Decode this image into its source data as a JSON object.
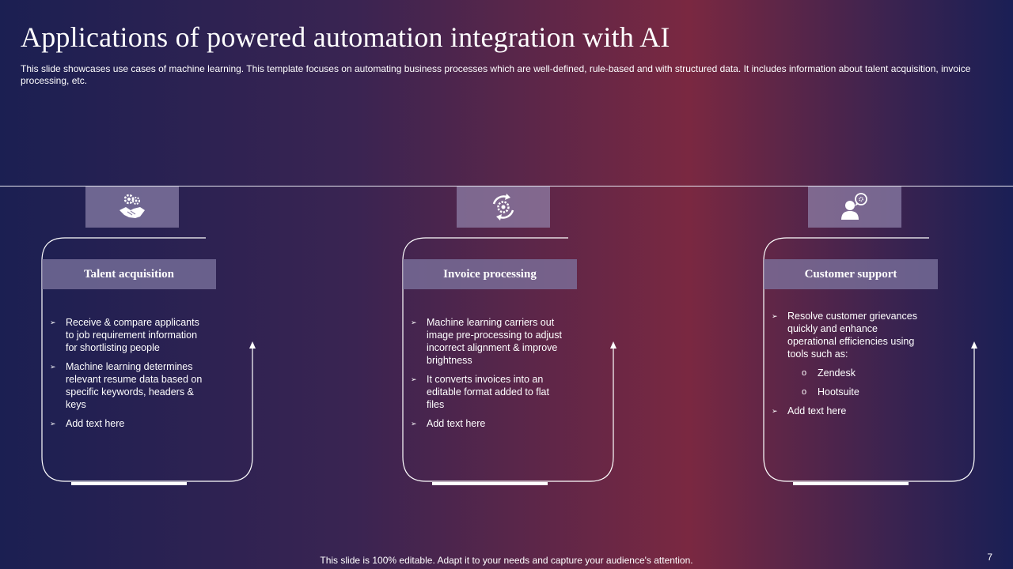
{
  "title": "Applications of powered automation integration with AI",
  "subtitle": "This slide showcases use cases of machine learning. This template focuses on automating business processes which are well-defined, rule-based and with structured data. It includes information about talent acquisition, invoice processing, etc.",
  "cards": [
    {
      "icon": "handshake-gears-icon",
      "header": "Talent acquisition",
      "items": [
        "Receive  & compare applicants to job requirement  information for shortlisting people",
        "Machine learning determines relevant  resume data based on specific keywords, headers & keys",
        "Add text here"
      ]
    },
    {
      "icon": "cycle-gear-icon",
      "header": "Invoice processing",
      "items": [
        "Machine learning carriers out image pre-processing to adjust incorrect alignment & improve brightness",
        "It converts invoices into an editable format added to flat files",
        "Add text here"
      ]
    },
    {
      "icon": "support-agent-icon",
      "header": "Customer support",
      "items": [
        "Resolve  customer grievances quickly and enhance operational efficiencies using tools such as:",
        "Add text here"
      ],
      "subitems": [
        "Zendesk",
        "Hootsuite"
      ]
    }
  ],
  "footer": "This slide is 100% editable. Adapt it to your needs and capture your audience's attention.",
  "page_number": "7",
  "colors": {
    "line": "#ffffff",
    "icon_box": "#8c84a8",
    "header_box": "#7d76a0"
  }
}
